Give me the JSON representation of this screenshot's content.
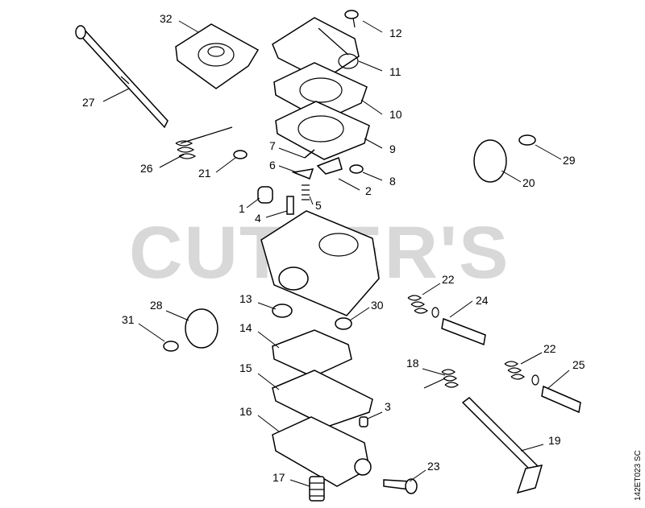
{
  "watermark": "CUTTER'S",
  "diagram_code": "142ET023 SC",
  "callouts": [
    {
      "id": "p32",
      "text": "32"
    },
    {
      "id": "p12",
      "text": "12"
    },
    {
      "id": "p11",
      "text": "11"
    },
    {
      "id": "p10",
      "text": "10"
    },
    {
      "id": "p9",
      "text": "9"
    },
    {
      "id": "p27",
      "text": "27"
    },
    {
      "id": "p7",
      "text": "7"
    },
    {
      "id": "p6",
      "text": "6"
    },
    {
      "id": "p8",
      "text": "8"
    },
    {
      "id": "p2",
      "text": "2"
    },
    {
      "id": "p26",
      "text": "26"
    },
    {
      "id": "p21",
      "text": "21"
    },
    {
      "id": "p29",
      "text": "29"
    },
    {
      "id": "p20",
      "text": "20"
    },
    {
      "id": "p1",
      "text": "1"
    },
    {
      "id": "p5",
      "text": "5"
    },
    {
      "id": "p4",
      "text": "4"
    },
    {
      "id": "p22a",
      "text": "22"
    },
    {
      "id": "p24",
      "text": "24"
    },
    {
      "id": "p13",
      "text": "13"
    },
    {
      "id": "p30",
      "text": "30"
    },
    {
      "id": "p28",
      "text": "28"
    },
    {
      "id": "p31",
      "text": "31"
    },
    {
      "id": "p14",
      "text": "14"
    },
    {
      "id": "p22b",
      "text": "22"
    },
    {
      "id": "p25",
      "text": "25"
    },
    {
      "id": "p18",
      "text": "18"
    },
    {
      "id": "p15",
      "text": "15"
    },
    {
      "id": "p3",
      "text": "3"
    },
    {
      "id": "p16",
      "text": "16"
    },
    {
      "id": "p19",
      "text": "19"
    },
    {
      "id": "p23",
      "text": "23"
    },
    {
      "id": "p17",
      "text": "17"
    }
  ]
}
